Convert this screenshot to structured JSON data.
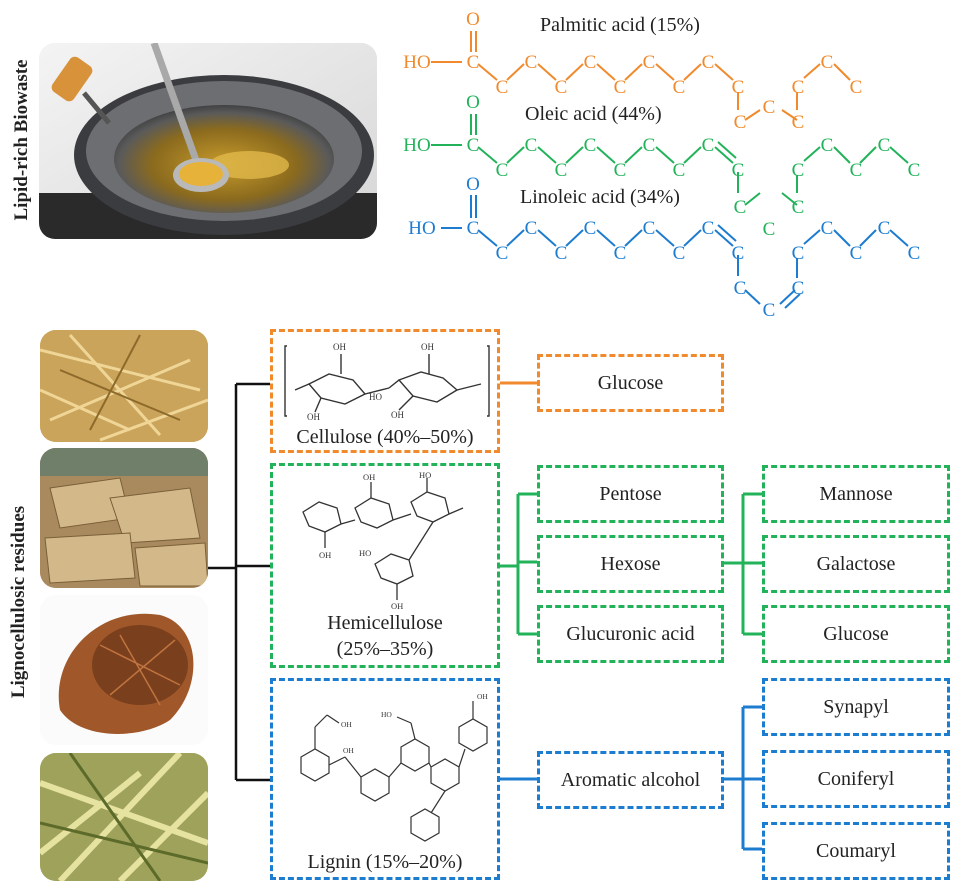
{
  "section_labels": {
    "lipid": "Lipid-rich Biowaste",
    "ligno": "Lignocellulosic residues"
  },
  "fatty_acids": [
    {
      "name": "Palmitic acid (15%)",
      "color": "#f08a2c"
    },
    {
      "name": "Oleic acid (44%)",
      "color": "#22b35a"
    },
    {
      "name": "Linoleic acid (34%)",
      "color": "#1c7ccf"
    }
  ],
  "atoms": {
    "carbon": "C",
    "oxygen": "O",
    "hydroxyl": "HO"
  },
  "components": {
    "cellulose": {
      "label": "Cellulose  (40%–50%)",
      "color": "#f08a2c"
    },
    "hemicellulose": {
      "label_line1": "Hemicellulose",
      "label_line2": "(25%–35%)",
      "color": "#22b35a"
    },
    "lignin": {
      "label": "Lignin (15%–20%)",
      "color": "#1c7ccf"
    }
  },
  "products": {
    "cellulose": [
      "Glucose"
    ],
    "hemicellulose": [
      "Pentose",
      "Hexose",
      "Glucuronic acid"
    ],
    "hexose": [
      "Mannose",
      "Galactose",
      "Glucose"
    ],
    "lignin": [
      "Aromatic alcohol"
    ],
    "aromatic_alcohol": [
      "Synapyl",
      "Coniferyl",
      "Coumaryl"
    ]
  },
  "structure_labels": {
    "oh": "OH",
    "ho": "HO"
  }
}
